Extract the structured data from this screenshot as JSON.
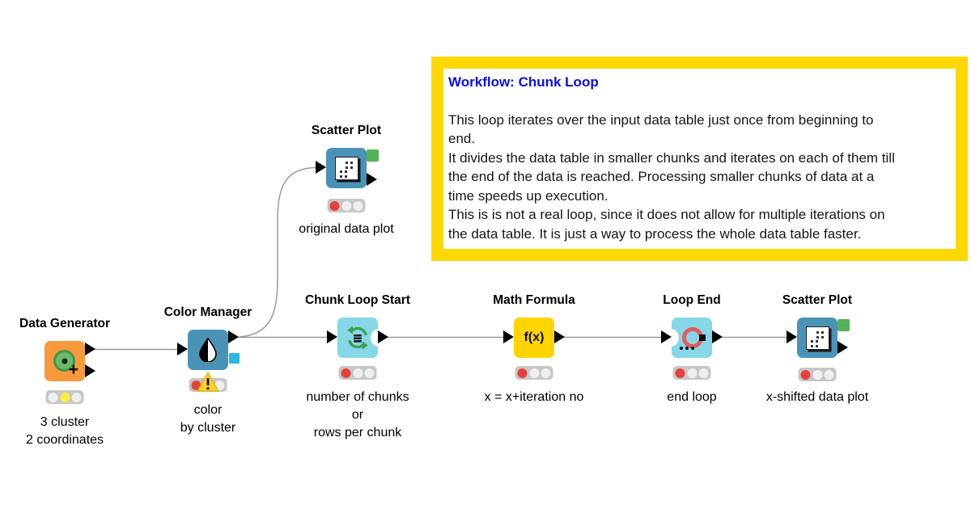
{
  "annotation": {
    "title": "Workflow: Chunk Loop",
    "body": "This loop iterates over the input data table just once from beginning to\nend.\nIt divides the data table in smaller chunks and iterates on each of them till\nthe end of the data is reached. Processing smaller chunks of data at a\ntime speeds up execution.\nThis is is not a real loop, since it does not allow for multiple iterations on\nthe data table. It is just a way to process the whole data table faster."
  },
  "nodes": {
    "data_generator": {
      "title": "Data Generator",
      "label": "3 cluster\n2 coordinates",
      "status": "configured"
    },
    "color_manager": {
      "title": "Color Manager",
      "label": "color\nby cluster",
      "status": "warning"
    },
    "scatter_top": {
      "title": "Scatter Plot",
      "label": "original data plot",
      "status": "not-configured"
    },
    "chunk_loop_start": {
      "title": "Chunk Loop Start",
      "label": "number of chunks\nor\nrows per chunk",
      "status": "not-configured"
    },
    "math_formula": {
      "title": "Math Formula",
      "label": "x = x+iteration no",
      "icon_text": "f(x)",
      "status": "not-configured"
    },
    "loop_end": {
      "title": "Loop End",
      "label": "end loop",
      "status": "not-configured"
    },
    "scatter_right": {
      "title": "Scatter Plot",
      "label": "x-shifted data plot",
      "status": "not-configured"
    }
  },
  "colors": {
    "node_orange": "#f79a3d",
    "node_blue": "#4a93b6",
    "node_cyan": "#86d7e8",
    "node_yellow": "#fed502",
    "annotation_border": "#ffd800",
    "annotation_title": "#0b0bf0",
    "view_tab_green": "#53b257",
    "color_model_port_cyan": "#2ab8e0",
    "traffic_red": "#e5413c",
    "traffic_yellow": "#fdee3c",
    "connection_grey": "#9a9a9a",
    "loop_end_icon_red": "#e25c5c",
    "loop_start_icon_green": "#3da04c"
  }
}
